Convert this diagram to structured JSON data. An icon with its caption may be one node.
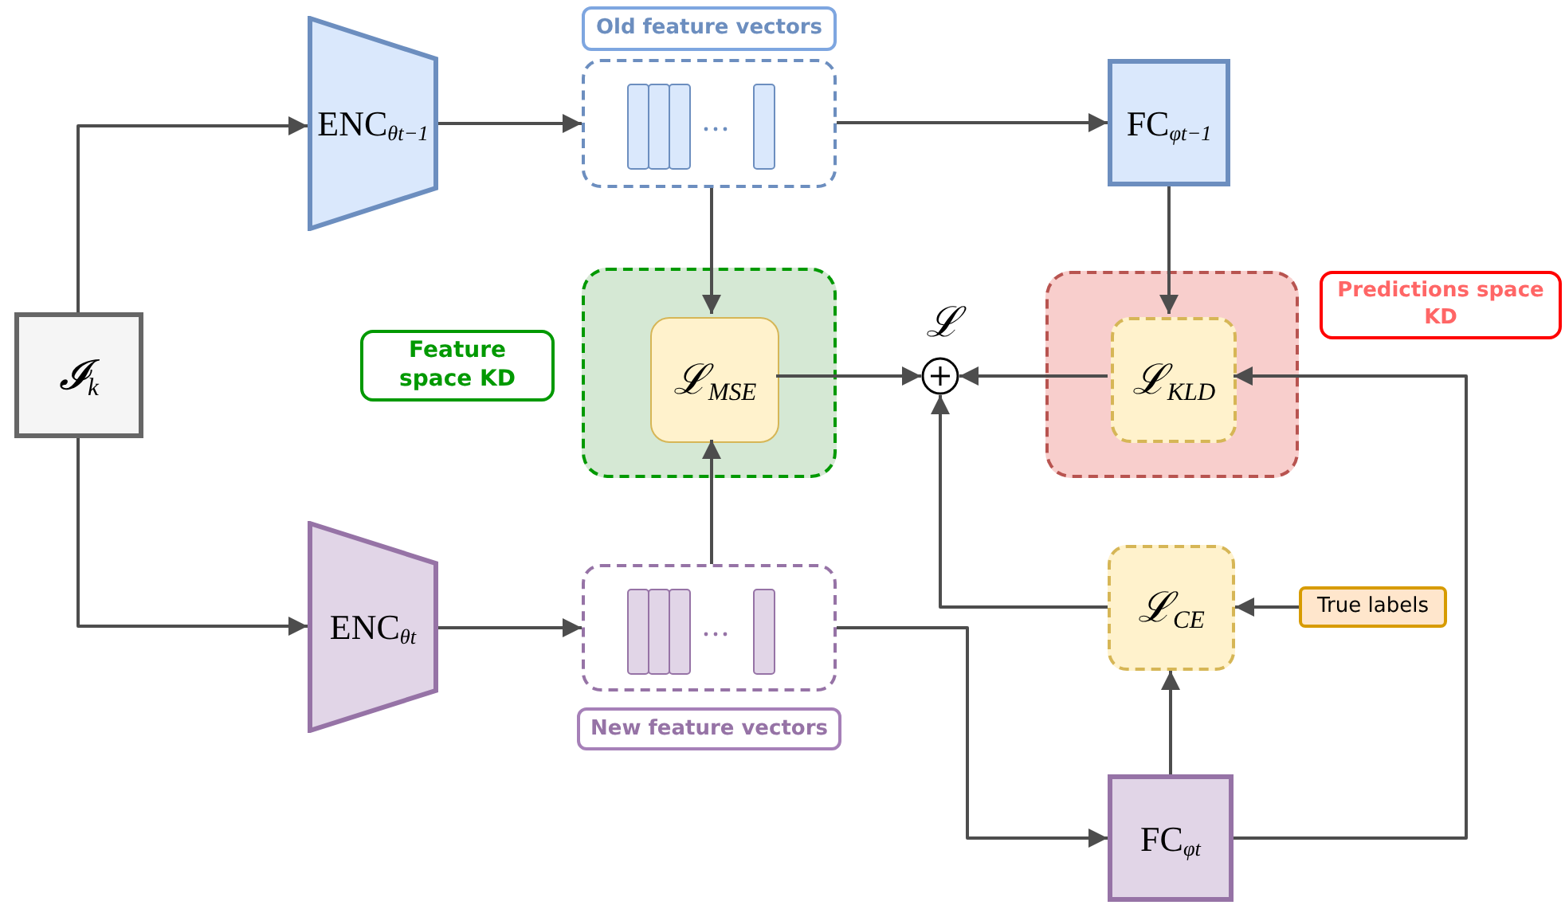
{
  "diagram": {
    "nodes": [
      {
        "text": [
          "𝓘$_{k}$"
        ]
      },
      {
        "text": [
          "ENC$_{θt−1}$"
        ]
      },
      {
        "text": [],
        "shape": "box"
      },
      {
        "text": [
          "Old feature vectors"
        ]
      },
      {
        "text": [
          "FC$_{φt−1}$"
        ]
      },
      {
        "text": [
          "Feature space KD"
        ]
      },
      {
        "text": [],
        "shape": "box"
      },
      {
        "text": [
          "ℒ$_{MSE}$"
        ],
        "in": 6
      },
      {
        "text": [],
        "shape": "circle",
        "beside": [
          "ℒ"
        ]
      },
      {
        "text": [],
        "shape": "box"
      },
      {
        "text": [
          "ℒ$_{KLD}$"
        ],
        "in": 9
      },
      {
        "text": [
          "Predictions space KD"
        ]
      },
      {
        "text": [
          "ENC$_{θt}$"
        ]
      },
      {
        "text": [],
        "shape": "box"
      },
      {
        "text": [
          "New feature vectors"
        ]
      },
      {
        "text": [
          "ℒ$_{CE}$"
        ]
      },
      {
        "text": [
          "True labels"
        ]
      },
      {
        "text": [
          "FC$_{φt}$"
        ]
      }
    ],
    "edges": [
      {
        "from": 0,
        "to": 1,
        "arrow": "to"
      },
      {
        "from": 1,
        "to": 2,
        "arrow": "to"
      },
      {
        "from": 2,
        "to": 4,
        "arrow": "to"
      },
      {
        "from": 2,
        "to": 7,
        "arrow": "to"
      },
      {
        "from": 4,
        "to": 10,
        "arrow": "to"
      },
      {
        "from": 7,
        "to": 8,
        "arrow": "to"
      },
      {
        "from": 10,
        "to": 8,
        "arrow": "to"
      },
      {
        "from": 0,
        "to": 12,
        "arrow": "to"
      },
      {
        "from": 12,
        "to": 13,
        "arrow": "to"
      },
      {
        "from": 13,
        "to": 7,
        "arrow": "to"
      },
      {
        "from": 13,
        "to": 17,
        "arrow": "to"
      },
      {
        "from": 17,
        "to": 15,
        "arrow": "to"
      },
      {
        "from": 16,
        "to": 15,
        "arrow": "to"
      },
      {
        "from": 15,
        "to": 8,
        "arrow": "to"
      },
      {
        "from": 17,
        "to": 10,
        "arrow": "to"
      }
    ]
  }
}
